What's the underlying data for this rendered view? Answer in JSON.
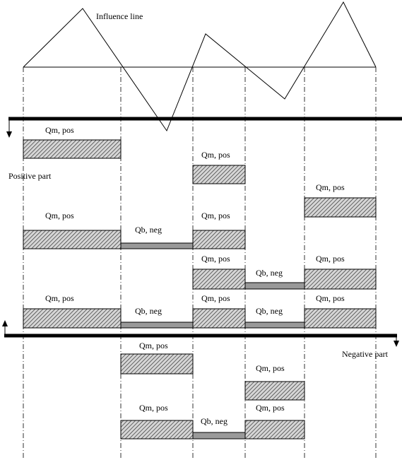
{
  "title": "Influence line",
  "labels": {
    "positive_part": "Positive part",
    "negative_part": "Negative part",
    "qm_pos": "Qm, pos",
    "qb_neg": "Qb, neg"
  },
  "colors": {
    "line": "#000000",
    "hatch_fill": "#bfbfbf",
    "qb_bar_fill": "#999999",
    "background": "#ffffff"
  }
}
